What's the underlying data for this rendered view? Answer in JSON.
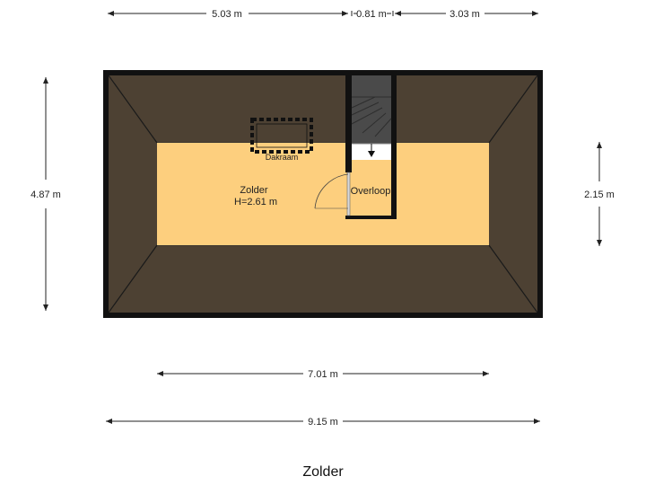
{
  "plan_title": "Zolder",
  "dimensions": {
    "top_left": "5.03 m",
    "top_middle": "0.81 m",
    "top_right": "3.03 m",
    "left": "4.87 m",
    "right": "2.15 m",
    "bottom_inner": "7.01 m",
    "bottom_outer": "9.15 m"
  },
  "rooms": {
    "zolder_name": "Zolder",
    "zolder_height": "H=2.61 m",
    "overloop_name": "Overloop",
    "dakraam_label": "Dakraam"
  },
  "colors": {
    "wall": "#111111",
    "roof_slope": "#4d4133",
    "floor": "#fdcf7e",
    "stair": "#4a4a4a",
    "dim_line": "#222222"
  }
}
